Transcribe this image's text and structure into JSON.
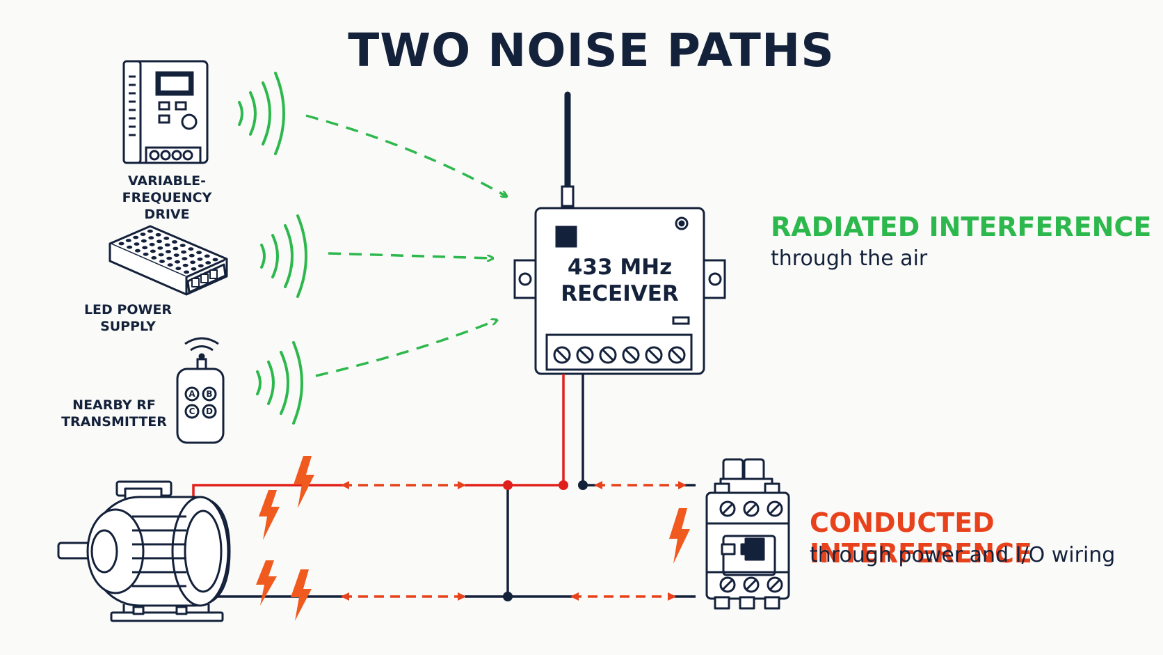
{
  "title": "TWO NOISE PATHS",
  "devices": {
    "vfd": [
      "VARIABLE-FREQUENCY",
      "DRIVE"
    ],
    "led_psu": [
      "LED POWER",
      "SUPPLY"
    ],
    "rf_tx": [
      "NEARBY RF",
      "TRANSMITTER"
    ],
    "remote_buttons": [
      "A",
      "B",
      "C",
      "D"
    ]
  },
  "receiver": [
    "433 MHz",
    "RECEIVER"
  ],
  "legend": {
    "radiated": {
      "title": "RADIATED INTERFERENCE",
      "subtitle": "through the air"
    },
    "conducted": {
      "title": "CONDUCTED INTERFERENCE",
      "subtitle": "through power and I/O wiring"
    }
  },
  "colors": {
    "radiated": "#2db84d",
    "conducted": "#e8421c",
    "ink": "#14213b",
    "red_wire": "#e0201a"
  }
}
